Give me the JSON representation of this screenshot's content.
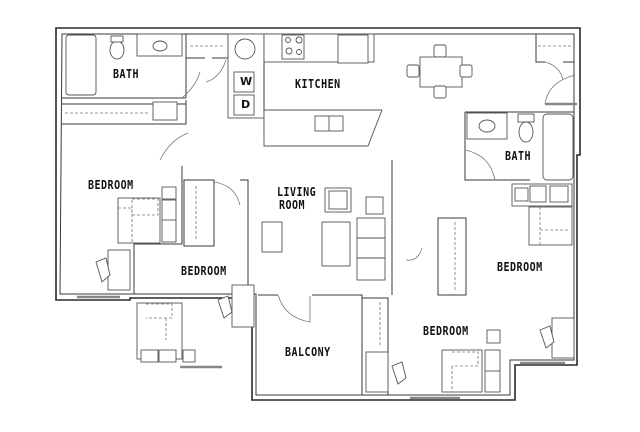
{
  "floorplan": {
    "rooms": {
      "bath_left": "BATH",
      "kitchen": "KITCHEN",
      "bath_right": "BATH",
      "bedroom_left": "BEDROOM",
      "bedroom_center_left": "BEDROOM",
      "living_room_line1": "LIVING",
      "living_room_line2": "ROOM",
      "bedroom_right": "BEDROOM",
      "balcony": "BALCONY",
      "bedroom_center_right": "BEDROOM"
    },
    "appliances": {
      "washer": "W",
      "dryer": "D"
    },
    "colors": {
      "wall": "#2a2a2a",
      "fixture": "#555555",
      "background": "#ffffff"
    }
  }
}
